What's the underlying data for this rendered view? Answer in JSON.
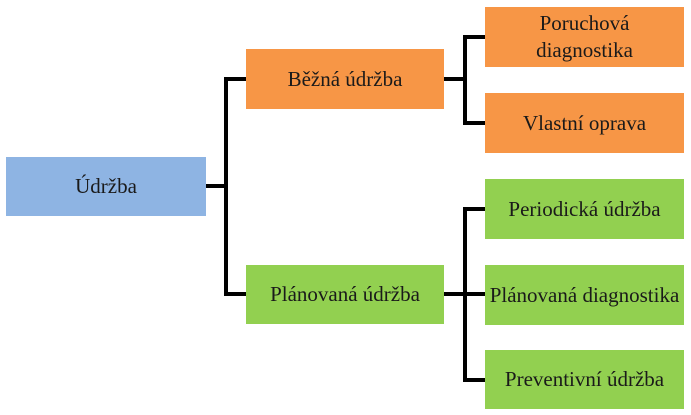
{
  "colors": {
    "root": "#8eb4e3",
    "running": "#f79646",
    "planned": "#92d050",
    "connector": "#000000"
  },
  "tree": {
    "root": "Údržba",
    "running": {
      "label": "Běžná údržba",
      "children": [
        "Poruchová diagnostika",
        "Vlastní oprava"
      ]
    },
    "planned": {
      "label": "Plánovaná údržba",
      "children": [
        "Periodická údržba",
        "Plánovaná diagnostika",
        "Preventivní údržba"
      ]
    }
  }
}
